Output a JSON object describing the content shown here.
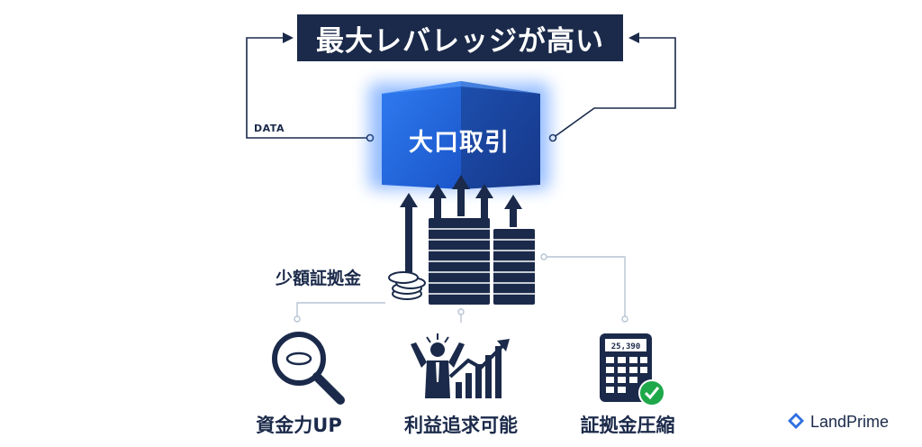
{
  "title": "最大レバレッジが高い",
  "data_label": "DATA",
  "center_label": "大口取引",
  "coin_label": "少額証拠金",
  "calculator_display": "25,390",
  "bottom_items": [
    {
      "label": "資金力UP",
      "icon": "magnifier-coin-icon"
    },
    {
      "label": "利益追求可能",
      "icon": "businessman-growth-chart-icon"
    },
    {
      "label": "証拠金圧縮",
      "icon": "calculator-check-icon"
    }
  ],
  "brand": {
    "name": "LandPrime",
    "color": "#2f6fe0"
  },
  "colors": {
    "navy": "#1b2a4a",
    "blue": "#1f5fd9",
    "line": "#b8c4d4"
  }
}
